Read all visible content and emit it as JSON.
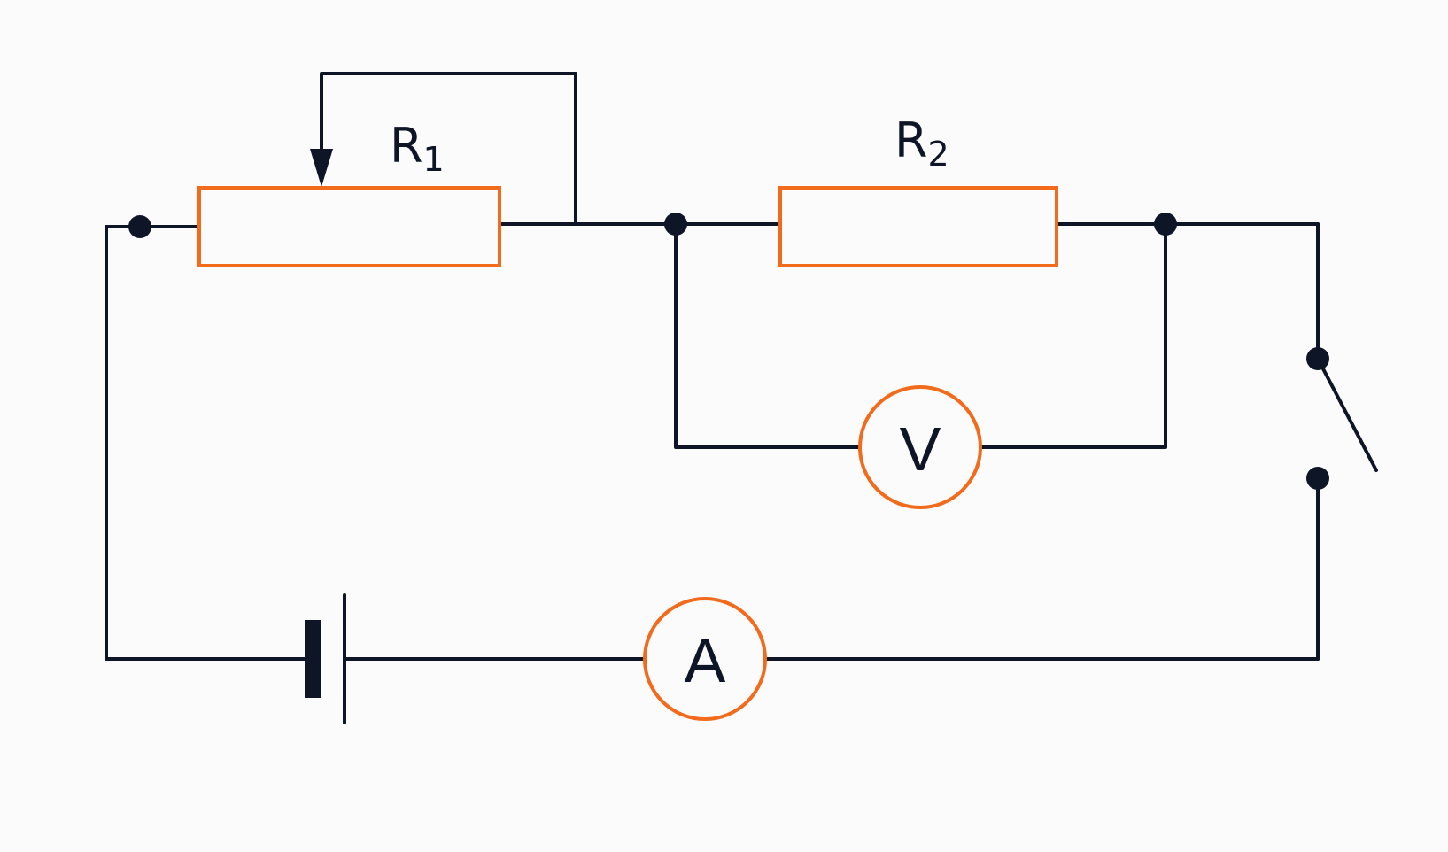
{
  "colors": {
    "wire": "#0e1526",
    "component": "#f26a1b",
    "background": "#fbfbfb"
  },
  "components": {
    "r1": {
      "symbol": "R",
      "subscript": "1"
    },
    "r2": {
      "symbol": "R",
      "subscript": "2"
    },
    "voltmeter": {
      "label": "V"
    },
    "ammeter": {
      "label": "A"
    }
  }
}
